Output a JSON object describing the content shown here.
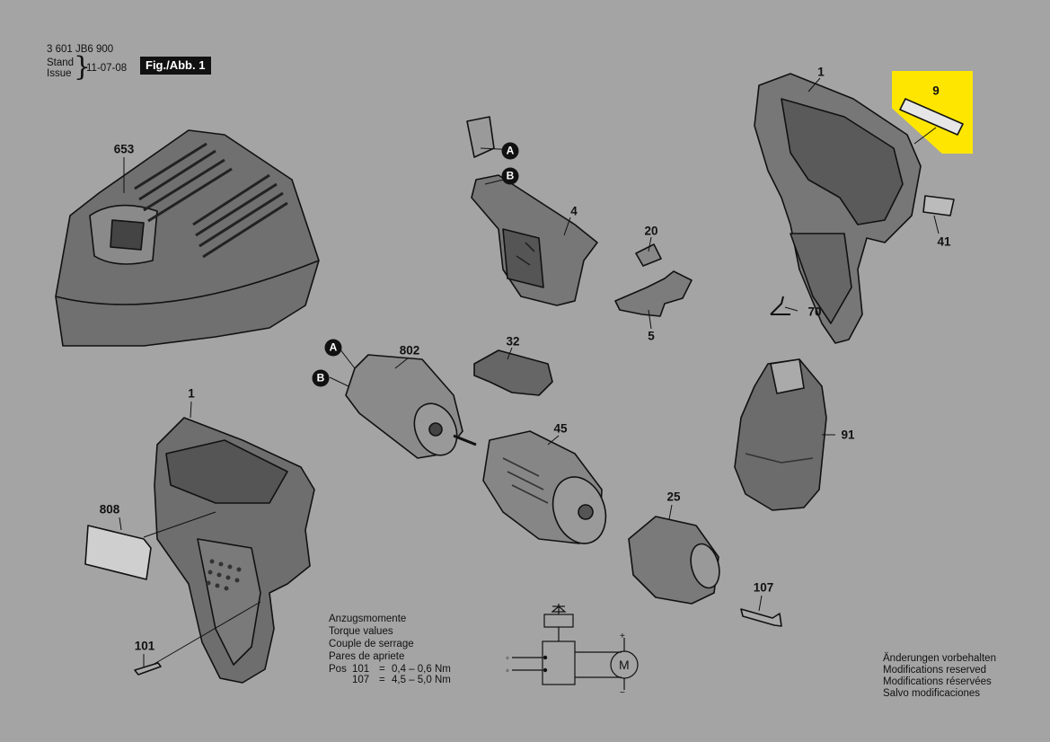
{
  "header": {
    "doc_number": "3 601 JB6 900",
    "stand": "Stand",
    "issue": "Issue",
    "date": "11-07-08",
    "figure": "Fig./Abb. 1"
  },
  "parts": {
    "p653": "653",
    "p1_top": "1",
    "p9": "9",
    "p41": "41",
    "p70": "70",
    "p4": "4",
    "p20": "20",
    "p5": "5",
    "p802": "802",
    "p32": "32",
    "p1_left": "1",
    "p45": "45",
    "p91": "91",
    "p25": "25",
    "p808": "808",
    "p107": "107",
    "p101": "101"
  },
  "badges": {
    "a": "A",
    "b": "B"
  },
  "motor_symbol": "M",
  "torque": {
    "lines": [
      "Anzugsmomente",
      "Torque values",
      "Couple de serrage",
      "Pares de apriete"
    ],
    "pos_label": "Pos",
    "rows": [
      {
        "pos": "101",
        "eq": "=",
        "value": "0,4 – 0,6 Nm"
      },
      {
        "pos": "107",
        "eq": "=",
        "value": "4,5 – 5,0 Nm"
      }
    ]
  },
  "modifications": [
    "Änderungen vorbehalten",
    "Modifications reserved",
    "Modifications réservées",
    "Salvo modificaciones"
  ],
  "colors": {
    "background": "#a4a4a4",
    "highlight": "#ffe600",
    "ink": "#111111"
  }
}
